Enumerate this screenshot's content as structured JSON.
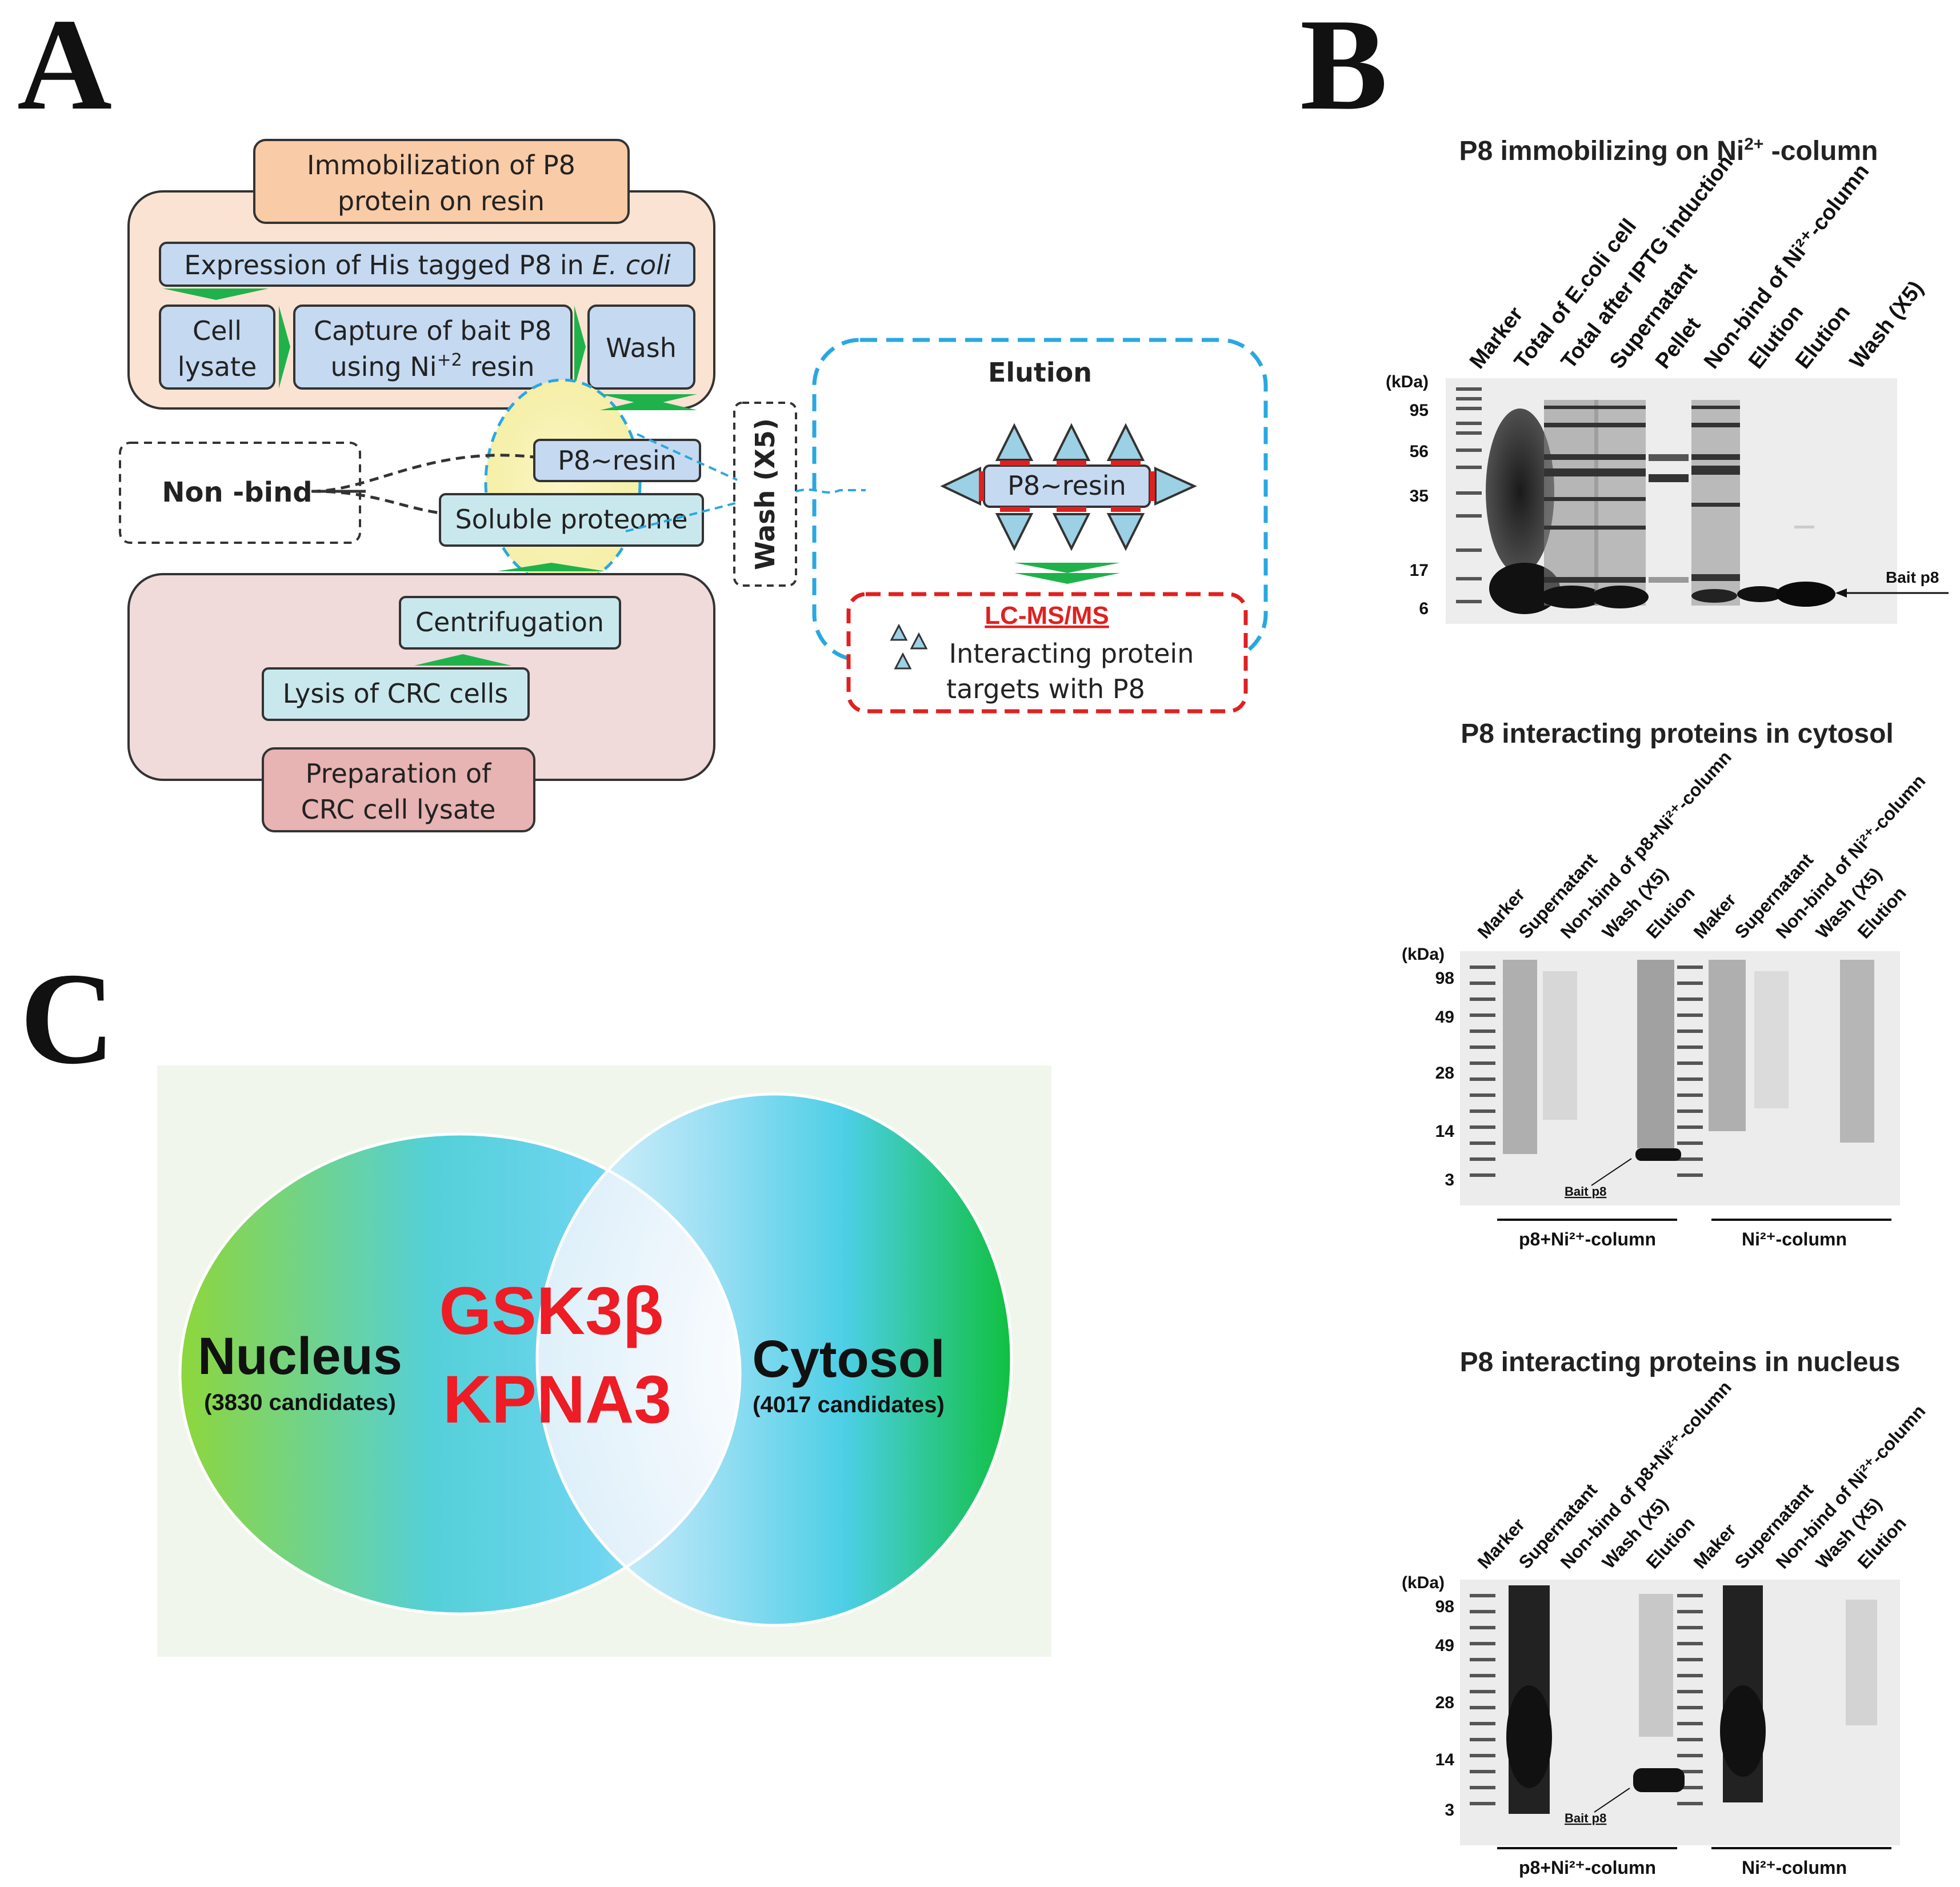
{
  "panels": {
    "a": "A",
    "b": "B",
    "c": "C"
  },
  "flowchart": {
    "immobilization_header": [
      "Immobilization of P8",
      "protein on resin"
    ],
    "expression_step": {
      "prefix": "Expression of His tagged P8 in ",
      "organism": "E. coli"
    },
    "cell_lysate": [
      "Cell",
      "lysate"
    ],
    "capture": {
      "line1": "Capture of bait P8",
      "line2_pre": "using Ni",
      "line2_sup": "+2",
      "line2_post": " resin"
    },
    "wash": "Wash",
    "non_bind": "Non -bind",
    "p8_resin": "P8~resin",
    "soluble_proteome": "Soluble proteome",
    "wash_x5": "Wash (X5)",
    "elution": "Elution",
    "elution_resin": "P8~resin",
    "lcms": "LC-MS/MS",
    "interacting": [
      "Interacting protein",
      "targets with P8"
    ],
    "centrifugation": "Centrifugation",
    "lysis": "Lysis of CRC cells",
    "preparation_header": [
      "Preparation of",
      "CRC cell lysate"
    ],
    "colors": {
      "orange_box": "#f9cba6",
      "orange_bg": "#fbe3d3",
      "blue_step": "#c5d9f1",
      "teal_step": "#c9e8ee",
      "red_bg": "#f1dada",
      "red_box": "#e7b3b3",
      "arrow_green": "#1fb24a",
      "dash_blue": "#29a8e0",
      "dash_red": "#e02020"
    }
  },
  "gel1": {
    "title_pre": "P8 immobilizing on Ni",
    "title_sup": "2+",
    "title_post": " -column",
    "kda_label": "(kDa)",
    "markers": [
      "95",
      "56",
      "35",
      "17",
      "6"
    ],
    "lanes": [
      "Marker",
      "Total of E.coli cell",
      "Total after IPTG induction",
      "Supernatant",
      "Pellet",
      "Non-bind of Ni²⁺-column",
      "Elution",
      "Elution",
      "Wash (X5)"
    ],
    "bait_label": "Bait p8"
  },
  "gel2": {
    "title": "P8 interacting proteins in cytosol",
    "kda_label": "(kDa)",
    "markers": [
      "98",
      "49",
      "28",
      "14",
      "3"
    ],
    "lanes": [
      "Marker",
      "Supernatant",
      "Non-bind of p8+Ni²⁺-column",
      "Wash (X5)",
      "Elution",
      "Maker",
      "Supernatant",
      "Non-bind of Ni²⁺-column",
      "Wash (X5)",
      "Elution"
    ],
    "bait_label": "Bait p8",
    "group_left": "p8+Ni²⁺-column",
    "group_right": "Ni²⁺-column"
  },
  "gel3": {
    "title": "P8 interacting proteins in nucleus",
    "kda_label": "(kDa)",
    "markers": [
      "98",
      "49",
      "28",
      "14",
      "3"
    ],
    "lanes": [
      "Marker",
      "Supernatant",
      "Non-bind of p8+Ni²⁺-column",
      "Wash (X5)",
      "Elution",
      "Maker",
      "Supernatant",
      "Non-bind of Ni²⁺-column",
      "Wash (X5)",
      "Elution"
    ],
    "bait_label": "Bait p8",
    "group_left": "p8+Ni²⁺-column",
    "group_right": "Ni²⁺-column"
  },
  "venn": {
    "left_label": "Nucleus",
    "left_count": "(3830 candidates)",
    "right_label": "Cytosol",
    "right_count": "(4017 candidates)",
    "overlap": [
      "GSK3β",
      "KPNA3"
    ],
    "colors": {
      "overlap_text": "#ee1c24",
      "green": "#19c24a",
      "cyan": "#4fcfee",
      "left_green": "#8bd83c"
    }
  }
}
